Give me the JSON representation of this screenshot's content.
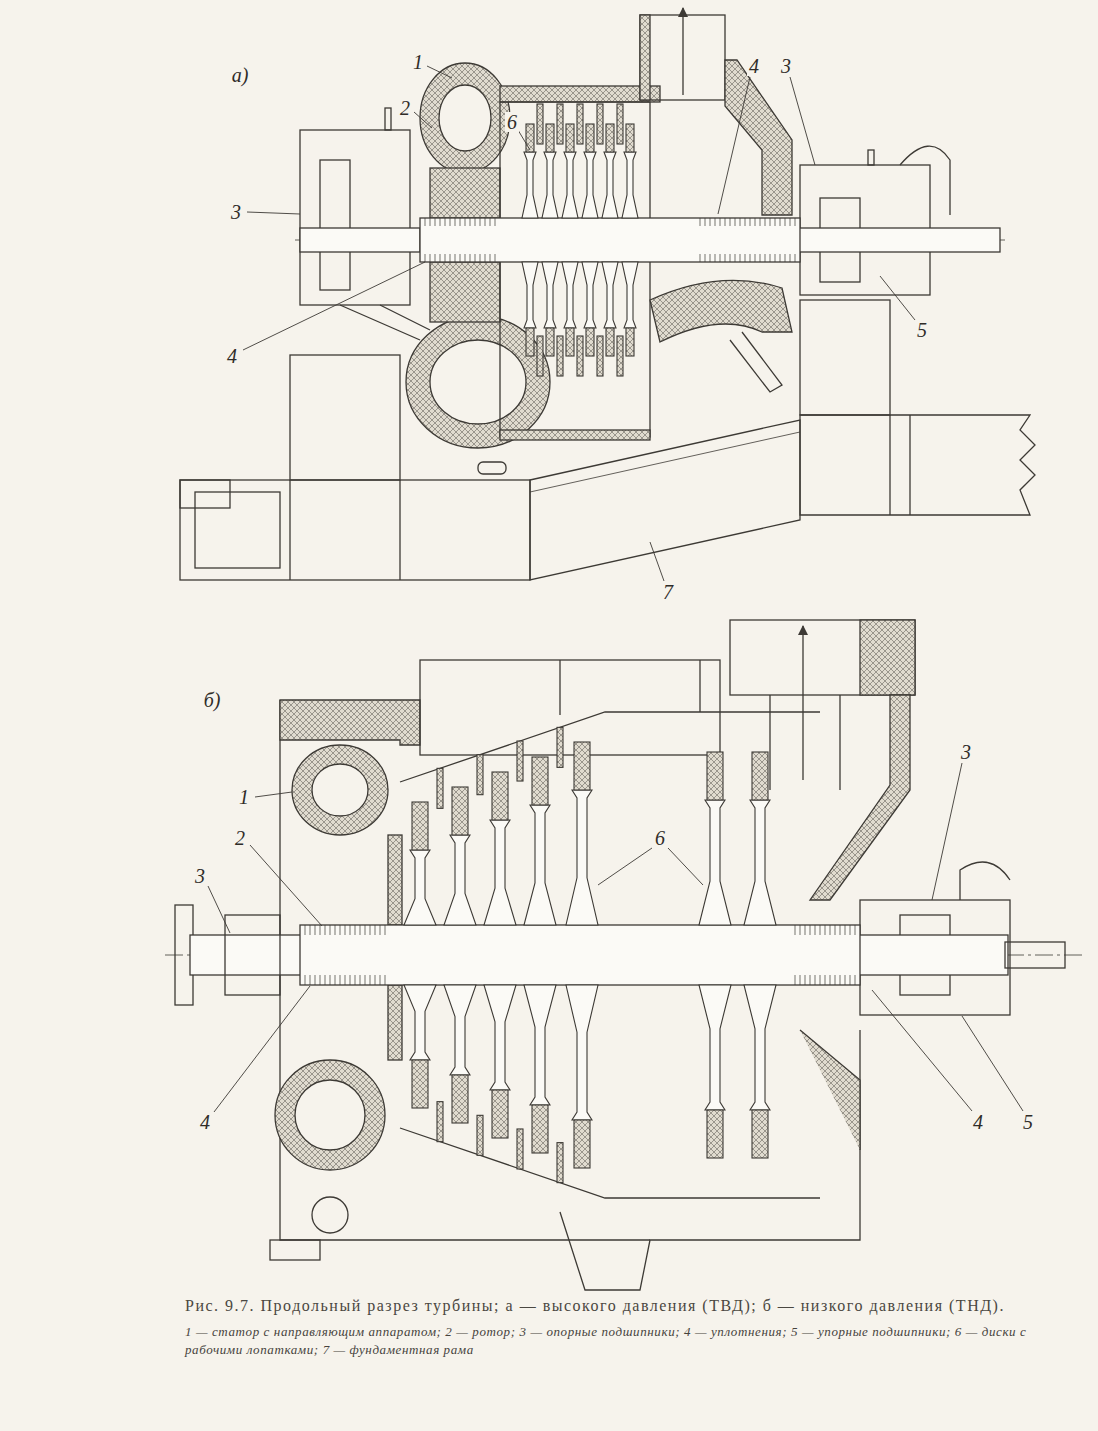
{
  "diagram": {
    "caption": "Рис. 9.7. Продольный разрез турбины; а — высокого давления (ТВД); б — низкого давления (ТНД).",
    "labels": [
      "а)",
      "1",
      "2",
      "6",
      "4",
      "3",
      "3",
      "4",
      "5",
      "7",
      "б)",
      "1",
      "2",
      "3",
      "6",
      "3",
      "4",
      "4",
      "5",
      "1 — статор с направляющим аппаратом; 2 — ротор; 3 — опорные подшипники; 4 — уплотнения; 5 — упорные подшипники; 6 — диски с рабочими лопатками; 7 — фундаментная рама"
    ]
  }
}
